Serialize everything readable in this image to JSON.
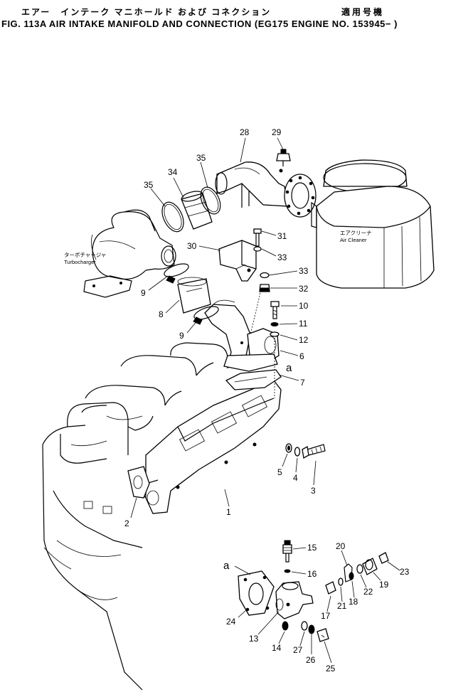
{
  "header": {
    "title_jp": "エアー　インテーク マニホールド および コネクション",
    "applicable_jp": "適用号機",
    "title_en": "FIG. 113A  AIR INTAKE MANIFOLD AND CONNECTION (EG175 ENGINE NO. 153945− )"
  },
  "labels": {
    "turbo_jp": "ターボチャージャ",
    "turbo_en": "Turbocharger",
    "cleaner_jp": "エアクリーナ",
    "cleaner_en": "Air Cleaner",
    "ref_a1": "a",
    "ref_a2": "a"
  },
  "callouts": [
    {
      "id": "c1",
      "text": "1"
    },
    {
      "id": "c2",
      "text": "2"
    },
    {
      "id": "c3",
      "text": "3"
    },
    {
      "id": "c4",
      "text": "4"
    },
    {
      "id": "c5",
      "text": "5"
    },
    {
      "id": "c6",
      "text": "6"
    },
    {
      "id": "c7",
      "text": "7"
    },
    {
      "id": "c8",
      "text": "8"
    },
    {
      "id": "c9a",
      "text": "9"
    },
    {
      "id": "c9b",
      "text": "9"
    },
    {
      "id": "c10",
      "text": "10"
    },
    {
      "id": "c11",
      "text": "11"
    },
    {
      "id": "c12",
      "text": "12"
    },
    {
      "id": "c13",
      "text": "13"
    },
    {
      "id": "c14",
      "text": "14"
    },
    {
      "id": "c15",
      "text": "15"
    },
    {
      "id": "c16",
      "text": "16"
    },
    {
      "id": "c17",
      "text": "17"
    },
    {
      "id": "c18",
      "text": "18"
    },
    {
      "id": "c19",
      "text": "19"
    },
    {
      "id": "c20",
      "text": "20"
    },
    {
      "id": "c21",
      "text": "21"
    },
    {
      "id": "c22",
      "text": "22"
    },
    {
      "id": "c23",
      "text": "23"
    },
    {
      "id": "c24",
      "text": "24"
    },
    {
      "id": "c25",
      "text": "25"
    },
    {
      "id": "c26",
      "text": "26"
    },
    {
      "id": "c27",
      "text": "27"
    },
    {
      "id": "c28",
      "text": "28"
    },
    {
      "id": "c29",
      "text": "29"
    },
    {
      "id": "c30",
      "text": "30"
    },
    {
      "id": "c31",
      "text": "31"
    },
    {
      "id": "c32",
      "text": "32"
    },
    {
      "id": "c33a",
      "text": "33"
    },
    {
      "id": "c33b",
      "text": "33"
    },
    {
      "id": "c34",
      "text": "34"
    },
    {
      "id": "c35a",
      "text": "35"
    },
    {
      "id": "c35b",
      "text": "35"
    }
  ]
}
